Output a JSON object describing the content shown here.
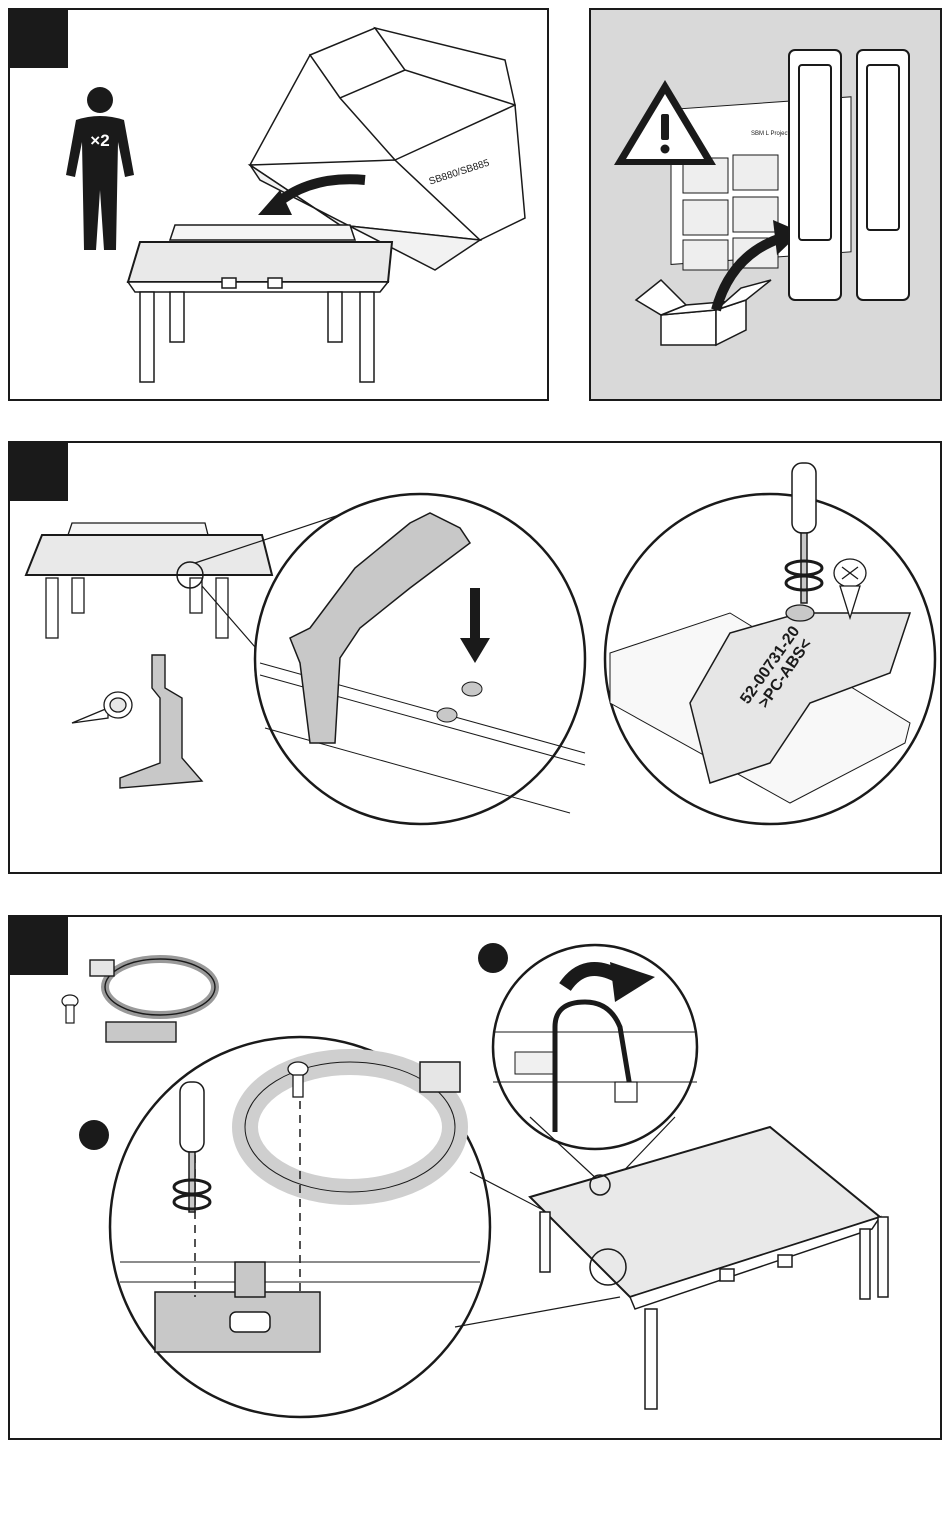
{
  "step1": {
    "person_count": "×2",
    "box_label": "SB880/SB885"
  },
  "step2": {
    "manual_header": "SBM L Projection A"
  },
  "step3": {
    "bracket_part_number": "52-00731-20",
    "bracket_material": ">PC-ABS<"
  },
  "colors": {
    "ink": "#1a1a1a",
    "panel_gray": "#d9d9d9",
    "part_gray": "#c8c8c8",
    "light_gray": "#e6e6e6"
  }
}
